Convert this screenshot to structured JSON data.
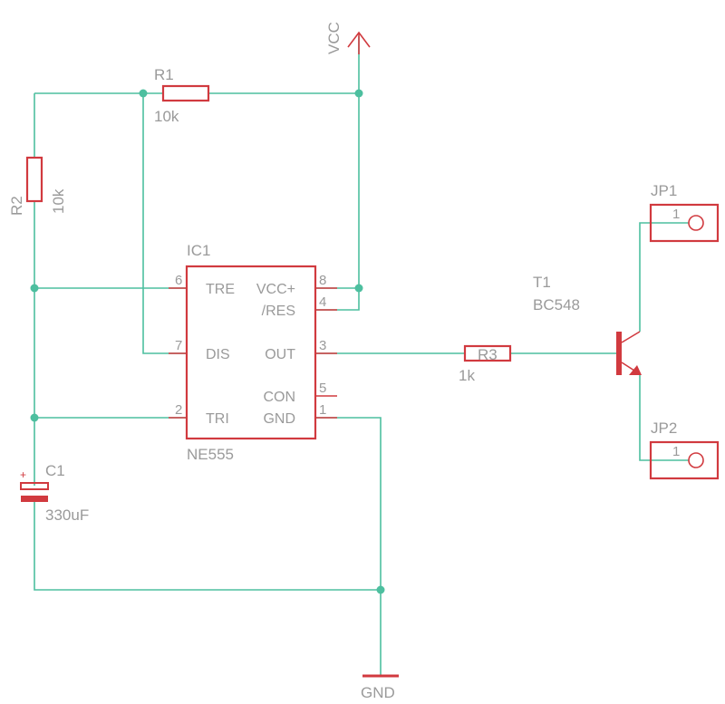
{
  "schematic": {
    "supply": {
      "label": "VCC"
    },
    "ground": {
      "label": "GND"
    },
    "r1": {
      "name": "R1",
      "value": "10k"
    },
    "r2": {
      "name": "R2",
      "value": "10k"
    },
    "r3": {
      "name": "R3",
      "value": "1k"
    },
    "c1": {
      "name": "C1",
      "value": "330uF",
      "polarity": "+"
    },
    "ic1": {
      "name": "IC1",
      "part": "NE555",
      "pins": {
        "p6": {
          "number": "6",
          "name": "TRE"
        },
        "p7": {
          "number": "7",
          "name": "DIS"
        },
        "p2": {
          "number": "2",
          "name": "TRI"
        },
        "p8": {
          "number": "8",
          "name": "VCC+"
        },
        "p4": {
          "number": "4",
          "name": "/RES"
        },
        "p3": {
          "number": "3",
          "name": "OUT"
        },
        "p5": {
          "number": "5",
          "name": "CON"
        },
        "p1": {
          "number": "1",
          "name": "GND"
        }
      }
    },
    "t1": {
      "name": "T1",
      "part": "BC548"
    },
    "jp1": {
      "name": "JP1",
      "pin": "1"
    },
    "jp2": {
      "name": "JP2",
      "pin": "1"
    },
    "colors": {
      "wire": "#4dbf9f",
      "symbol": "#d13a3f",
      "text": "#9a9a9a"
    }
  }
}
